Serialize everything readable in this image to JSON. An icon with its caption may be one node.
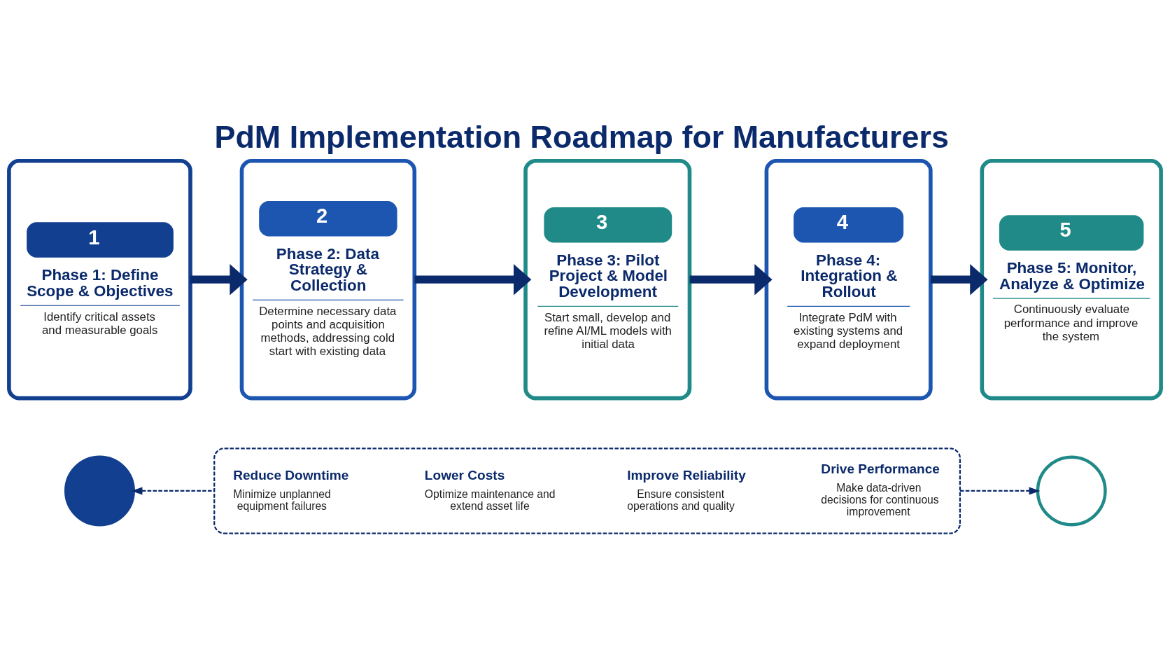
{
  "diagram": {
    "title": "PdM Implementation Roadmap for Manufacturers",
    "nodes": [
      {
        "text": [
          "1",
          "Phase 1: Define Scope & Objectives",
          "Identify critical assets and measurable goals"
        ]
      },
      {
        "text": [
          "2",
          "Phase 2: Data Strategy & Collection",
          "Determine necessary data points and acquisition methods, addressing cold start with existing data"
        ]
      },
      {
        "text": [
          "3",
          "Phase 3: Pilot Project & Model Development",
          "Start small, develop and refine AI/ML models with initial data"
        ]
      },
      {
        "text": [
          "4",
          "Phase 4: Integration & Rollout",
          "Integrate PdM with existing systems and expand deployment"
        ]
      },
      {
        "text": [
          "5",
          "Phase 5: Monitor, Analyze & Optimize",
          "Continuously evaluate performance and improve the system"
        ]
      },
      {
        "text": [],
        "shape": "box"
      },
      {
        "text": [
          "Reduce Downtime",
          "Minimize unplanned equipment failures"
        ],
        "in": 5
      },
      {
        "text": [
          "Lower Costs",
          "Optimize maintenance and extend asset life"
        ],
        "in": 5
      },
      {
        "text": [
          "Improve Reliability",
          "Ensure consistent operations and quality"
        ],
        "in": 5
      },
      {
        "text": [
          "Drive Performance",
          "Make data-driven decisions for continuous improvement"
        ],
        "in": 5
      },
      {
        "text": [],
        "shape": "circle"
      },
      {
        "text": [],
        "shape": "circle"
      }
    ],
    "edges": [
      {
        "from": 0,
        "to": 1,
        "arrow": "to"
      },
      {
        "from": 1,
        "to": 2,
        "arrow": "to"
      },
      {
        "from": 2,
        "to": 3,
        "arrow": "to"
      },
      {
        "from": 3,
        "to": 4,
        "arrow": "to"
      },
      {
        "from": 5,
        "to": 10,
        "arrow": "to",
        "style": "dashed"
      },
      {
        "from": 5,
        "to": 11,
        "arrow": "to",
        "style": "dashed"
      }
    ]
  }
}
